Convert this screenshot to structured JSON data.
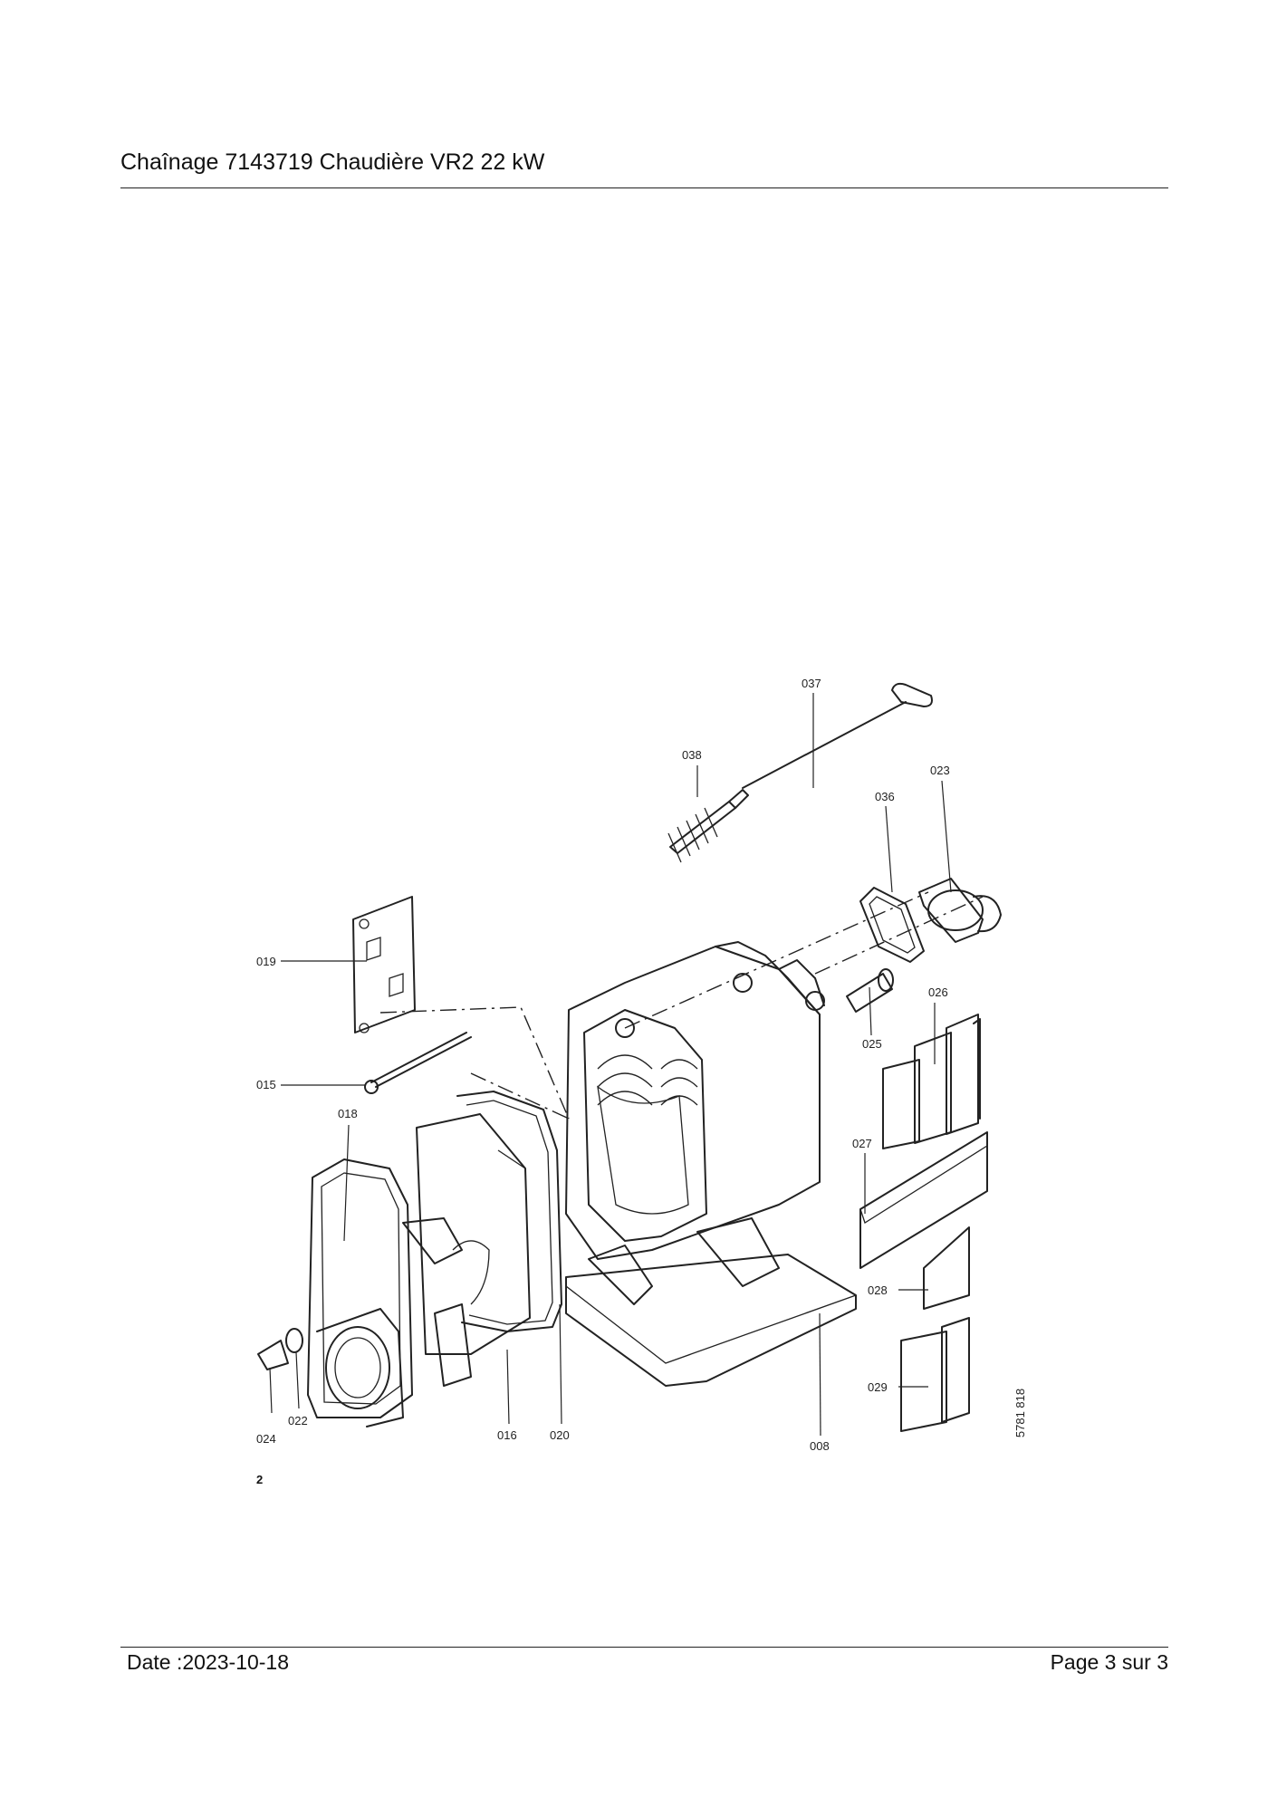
{
  "header": {
    "title": "Chaînage 7143719 Chaudière VR2 22 kW"
  },
  "diagram": {
    "figure_number": "2",
    "drawing_number": "5781 818",
    "parts": [
      {
        "id": "037"
      },
      {
        "id": "038"
      },
      {
        "id": "023"
      },
      {
        "id": "036"
      },
      {
        "id": "019"
      },
      {
        "id": "026"
      },
      {
        "id": "025"
      },
      {
        "id": "015"
      },
      {
        "id": "018"
      },
      {
        "id": "027"
      },
      {
        "id": "028"
      },
      {
        "id": "029"
      },
      {
        "id": "024"
      },
      {
        "id": "022"
      },
      {
        "id": "016"
      },
      {
        "id": "020"
      },
      {
        "id": "008"
      }
    ]
  },
  "footer": {
    "date": "Date :2023-10-18",
    "page": "Page 3 sur  3"
  }
}
